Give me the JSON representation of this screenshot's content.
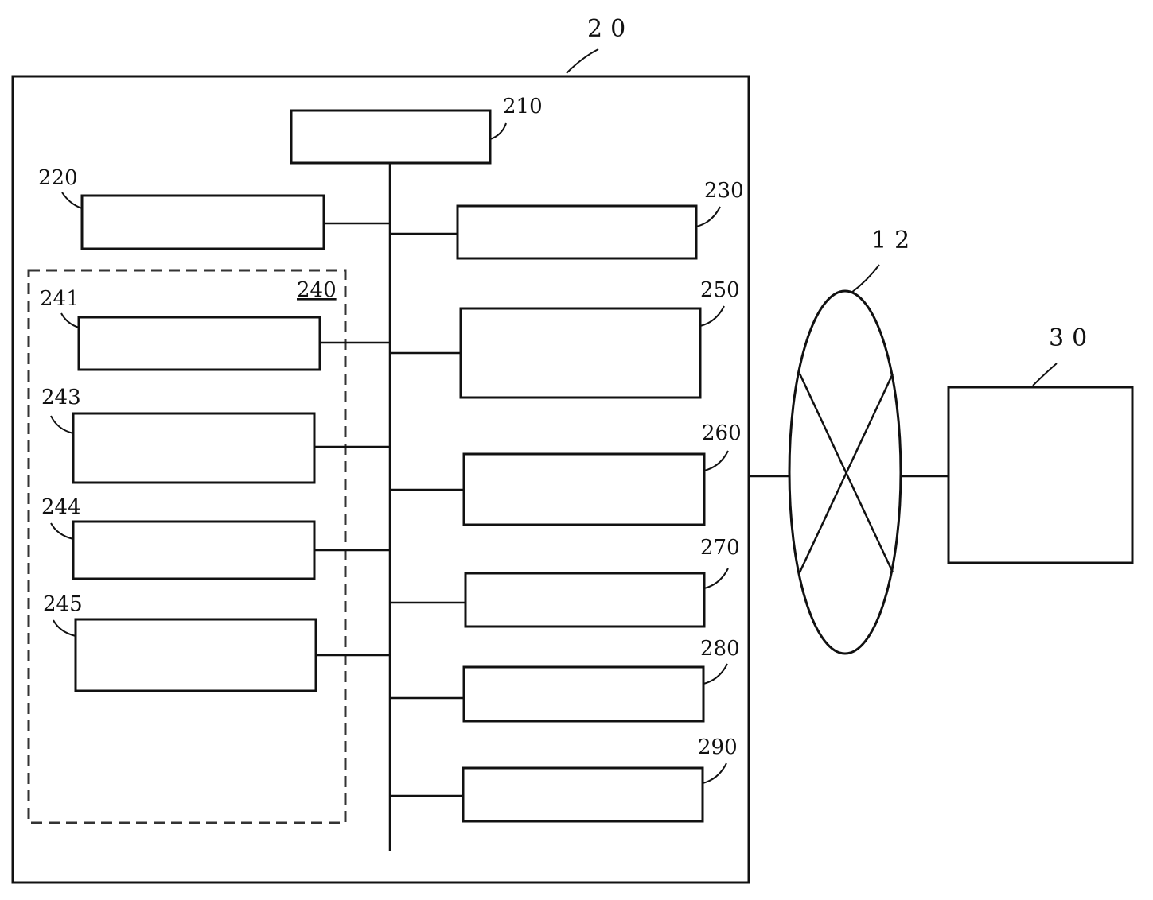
{
  "labels": {
    "device": "20",
    "network": "12",
    "external": "30",
    "b210": "210",
    "b220": "220",
    "b230": "230",
    "group240": "240",
    "b241": "241",
    "b243": "243",
    "b244": "244",
    "b245": "245",
    "b250": "250",
    "b260": "260",
    "b270": "270",
    "b280": "280",
    "b290": "290"
  }
}
